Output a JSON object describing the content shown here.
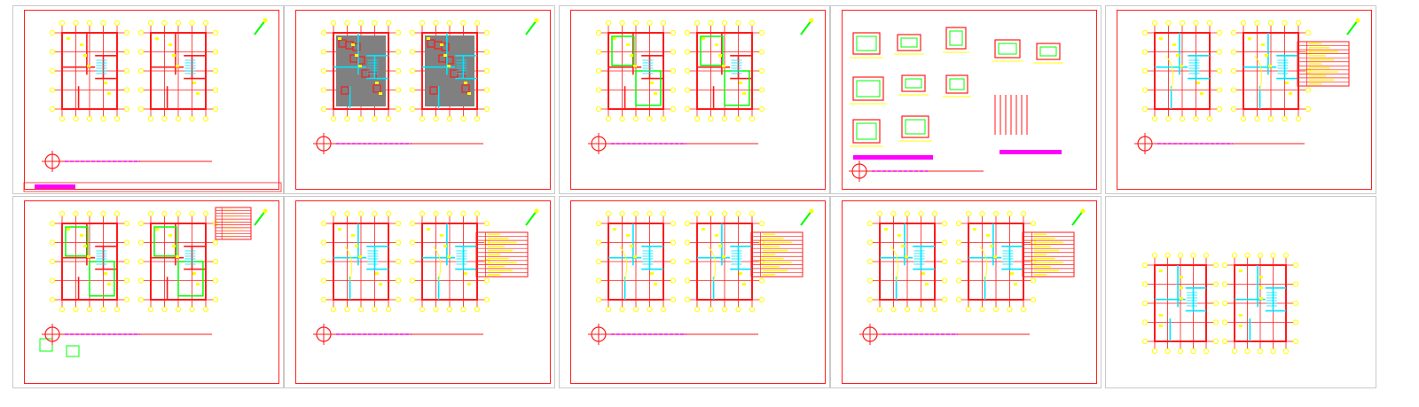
{
  "viewer": {
    "background": "#ffffff",
    "frame_color": "#ff2020",
    "colors": {
      "grid": "#ff1a1a",
      "walls": "#00e5ff",
      "furniture": "#ffff00",
      "green": "#00ff00",
      "title": "#ff00ff",
      "fill_gray": "#808080"
    }
  },
  "sheets": [
    {
      "kind": "plans",
      "title": "",
      "variant": "obra",
      "has_table": false,
      "has_titleblock": true
    },
    {
      "kind": "plans",
      "title": "",
      "variant": "arq",
      "has_table": false,
      "has_titleblock": false
    },
    {
      "kind": "plans",
      "title": "",
      "variant": "estr",
      "has_table": false,
      "has_titleblock": false
    },
    {
      "kind": "details",
      "title": "",
      "variant": "det",
      "has_table": false,
      "has_titleblock": false
    },
    {
      "kind": "plans",
      "title": "",
      "variant": "agua",
      "has_table": true,
      "has_titleblock": false
    },
    {
      "kind": "plans",
      "title": "",
      "variant": "cim",
      "has_table": false,
      "has_titleblock": false
    },
    {
      "kind": "plans",
      "title": "",
      "variant": "dren",
      "has_table": true,
      "has_titleblock": false
    },
    {
      "kind": "plans",
      "title": "",
      "variant": "fuerza",
      "has_table": true,
      "has_titleblock": false
    },
    {
      "kind": "plans",
      "title": "",
      "variant": "ilum",
      "has_table": true,
      "has_titleblock": false
    },
    {
      "kind": "plans",
      "title": "",
      "variant": "blank",
      "has_table": false,
      "has_titleblock": false
    }
  ]
}
